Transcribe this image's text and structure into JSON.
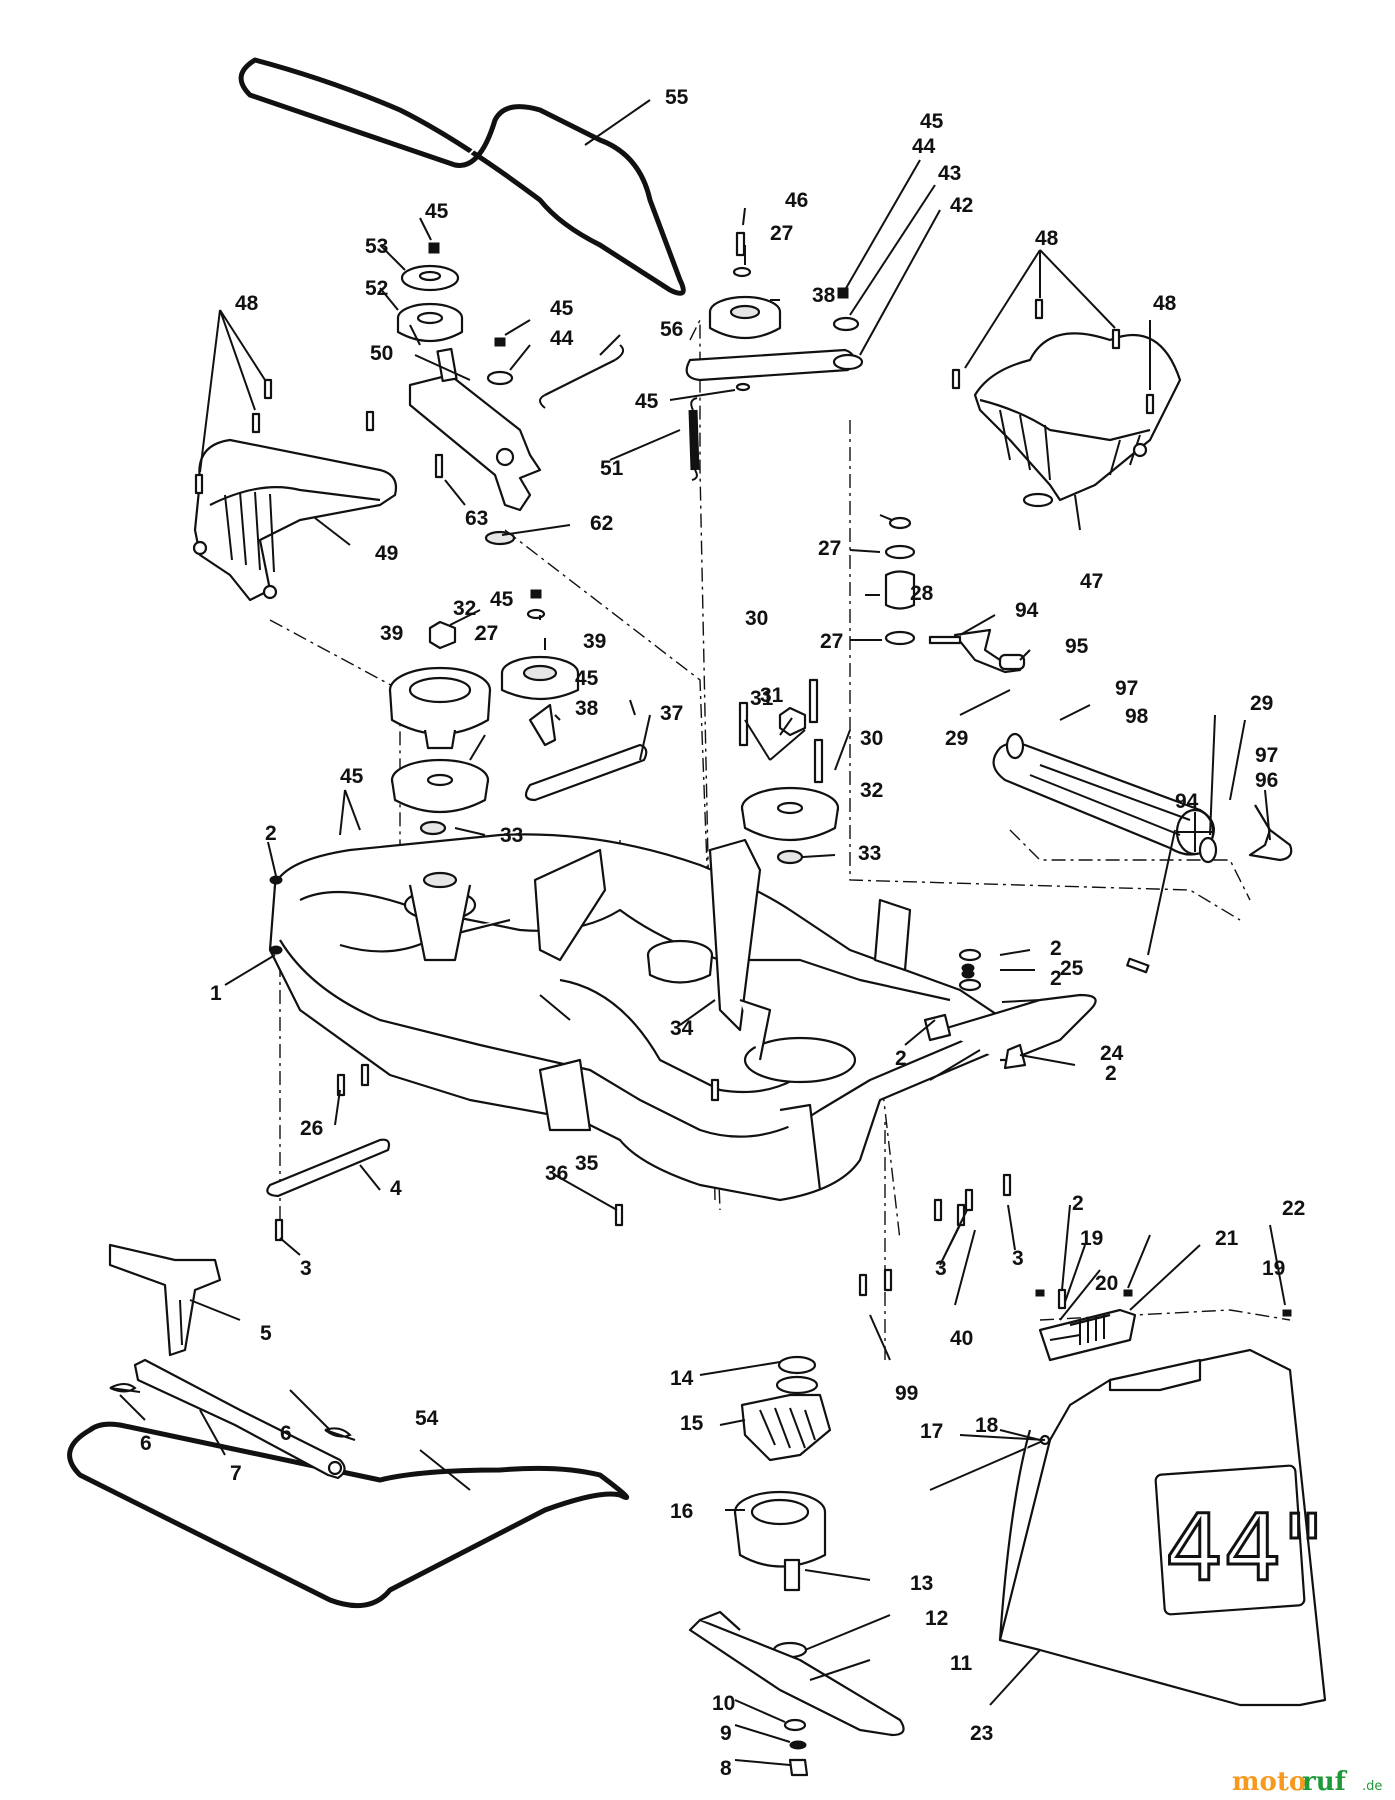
{
  "diagram": {
    "deck_badge": "44\"",
    "watermark": {
      "part_a": "moto",
      "part_b": "ruf",
      "part_c": ".de"
    }
  },
  "callouts": [
    "1",
    "2",
    "2",
    "2",
    "2",
    "2",
    "2",
    "3",
    "3",
    "3",
    "4",
    "5",
    "6",
    "6",
    "7",
    "8",
    "9",
    "10",
    "11",
    "12",
    "13",
    "14",
    "15",
    "16",
    "17",
    "18",
    "19",
    "19",
    "20",
    "21",
    "22",
    "23",
    "24",
    "25",
    "26",
    "27",
    "27",
    "27",
    "27",
    "28",
    "29",
    "29",
    "30",
    "30",
    "31",
    "31",
    "32",
    "32",
    "33",
    "33",
    "34",
    "35",
    "36",
    "37",
    "38",
    "38",
    "39",
    "39",
    "40",
    "42",
    "43",
    "44",
    "44",
    "45",
    "45",
    "45",
    "45",
    "45",
    "45",
    "45",
    "46",
    "47",
    "48",
    "48",
    "48",
    "49",
    "50",
    "51",
    "52",
    "53",
    "54",
    "55",
    "56",
    "62",
    "63",
    "94",
    "94",
    "95",
    "96",
    "97",
    "97",
    "98",
    "99"
  ]
}
